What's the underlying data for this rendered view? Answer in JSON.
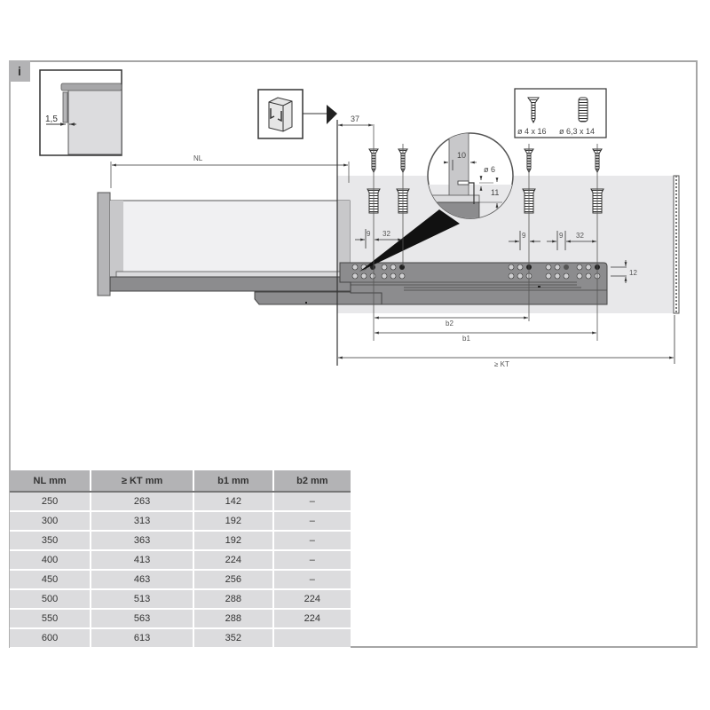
{
  "info_badge": "i",
  "detail_inset": {
    "dimension_label": "1,5"
  },
  "cabinet_icon": {
    "name": "cabinet-icon"
  },
  "screws": {
    "screw_1": "ø 4 x 16",
    "screw_2": "ø 6,3 x 14"
  },
  "magnifier": {
    "dim_10": "10",
    "dim_dia_6": "ø 6",
    "dim_11": "11"
  },
  "dimensions": {
    "nl": "NL",
    "offset_37": "37",
    "spacing_9_a": "9",
    "spacing_32_a": "32",
    "spacing_9_b": "9",
    "spacing_9_c": "9",
    "spacing_32_b": "32",
    "height_12": "12",
    "b2": "b2",
    "b1": "b1",
    "kt": "≥ KT"
  },
  "colors": {
    "frame": "#a6a6a6",
    "badge": "#b3b3b5",
    "runner": "#8c8c8e",
    "cabinet_area": "#e8e8ea",
    "table_header": "#b3b3b5",
    "table_row": "#dcdcde"
  },
  "table": {
    "headers": [
      "NL mm",
      "≥ KT mm",
      "b1 mm",
      "b2 mm"
    ],
    "rows": [
      [
        "250",
        "263",
        "142",
        "–"
      ],
      [
        "300",
        "313",
        "192",
        "–"
      ],
      [
        "350",
        "363",
        "192",
        "–"
      ],
      [
        "400",
        "413",
        "224",
        "–"
      ],
      [
        "450",
        "463",
        "256",
        "–"
      ],
      [
        "500",
        "513",
        "288",
        "224"
      ],
      [
        "550",
        "563",
        "288",
        "224"
      ],
      [
        "600",
        "613",
        "352",
        ""
      ]
    ]
  }
}
